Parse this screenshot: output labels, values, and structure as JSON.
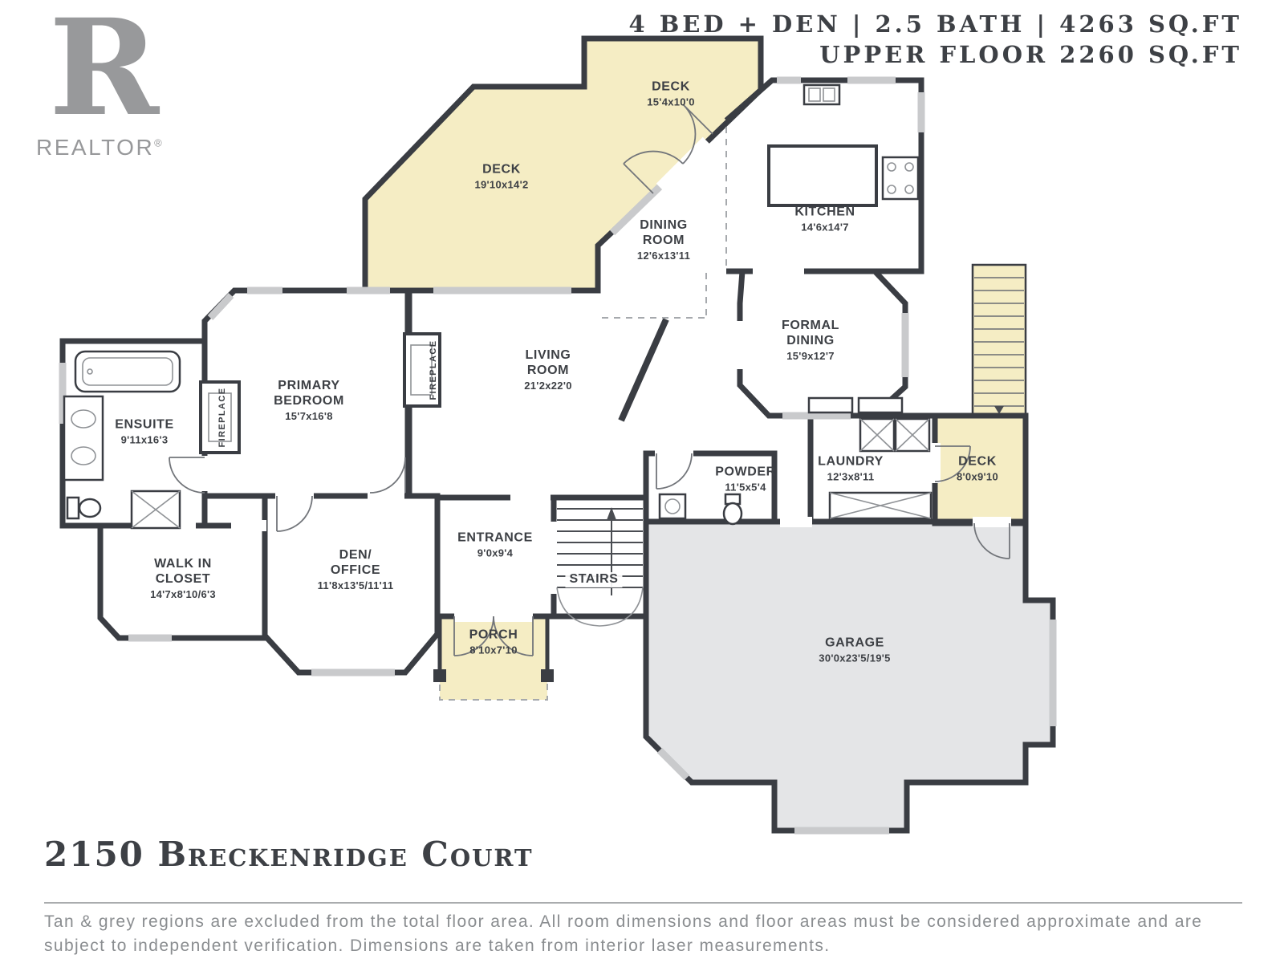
{
  "colors": {
    "wall": "#3a3d43",
    "deck_fill": "#f5edc4",
    "garage_fill": "#e4e5e7",
    "window": "#c9cacc",
    "text": "#3d4045",
    "muted": "#8a8d90"
  },
  "logo": {
    "letter": "R",
    "brand": "REALTOR",
    "registered": "®"
  },
  "header": {
    "line1": "4 BED + DEN | 2.5 BATH | 4263 SQ.FT",
    "line2": "UPPER FLOOR 2260 SQ.FT"
  },
  "rooms": [
    {
      "id": "deck-upper",
      "name": "DECK",
      "dims": "15'4x10'0"
    },
    {
      "id": "deck-main",
      "name": "DECK",
      "dims": "19'10x14'2"
    },
    {
      "id": "kitchen",
      "name": "KITCHEN",
      "dims": "14'6x14'7"
    },
    {
      "id": "dining-room",
      "name": "DINING\nROOM",
      "dims": "12'6x13'11"
    },
    {
      "id": "formal-dining",
      "name": "FORMAL\nDINING",
      "dims": "15'9x12'7"
    },
    {
      "id": "living-room",
      "name": "LIVING\nROOM",
      "dims": "21'2x22'0"
    },
    {
      "id": "primary-bedroom",
      "name": "PRIMARY\nBEDROOM",
      "dims": "15'7x16'8"
    },
    {
      "id": "ensuite",
      "name": "ENSUITE",
      "dims": "9'11x16'3"
    },
    {
      "id": "powder",
      "name": "POWDER",
      "dims": "11'5x5'4"
    },
    {
      "id": "laundry",
      "name": "LAUNDRY",
      "dims": "12'3x8'11"
    },
    {
      "id": "deck-side",
      "name": "DECK",
      "dims": "8'0x9'10"
    },
    {
      "id": "walk-in-closet",
      "name": "WALK IN\nCLOSET",
      "dims": "14'7x8'10/6'3"
    },
    {
      "id": "den-office",
      "name": "DEN/\nOFFICE",
      "dims": "11'8x13'5/11'11"
    },
    {
      "id": "entrance",
      "name": "ENTRANCE",
      "dims": "9'0x9'4"
    },
    {
      "id": "stairs",
      "name": "STAIRS",
      "dims": ""
    },
    {
      "id": "porch",
      "name": "PORCH",
      "dims": "8'10x7'10"
    },
    {
      "id": "garage",
      "name": "GARAGE",
      "dims": "30'0x23'5/19'5"
    }
  ],
  "fireplaces": [
    "FIREPLACE",
    "FIREPLACE"
  ],
  "footer": {
    "address": "2150 Breckenridge Court",
    "disclaimer": "Tan & grey regions are excluded from the total floor area. All room dimensions and floor areas must be considered approximate and are subject to independent verification. Dimensions are taken from interior laser measurements."
  }
}
